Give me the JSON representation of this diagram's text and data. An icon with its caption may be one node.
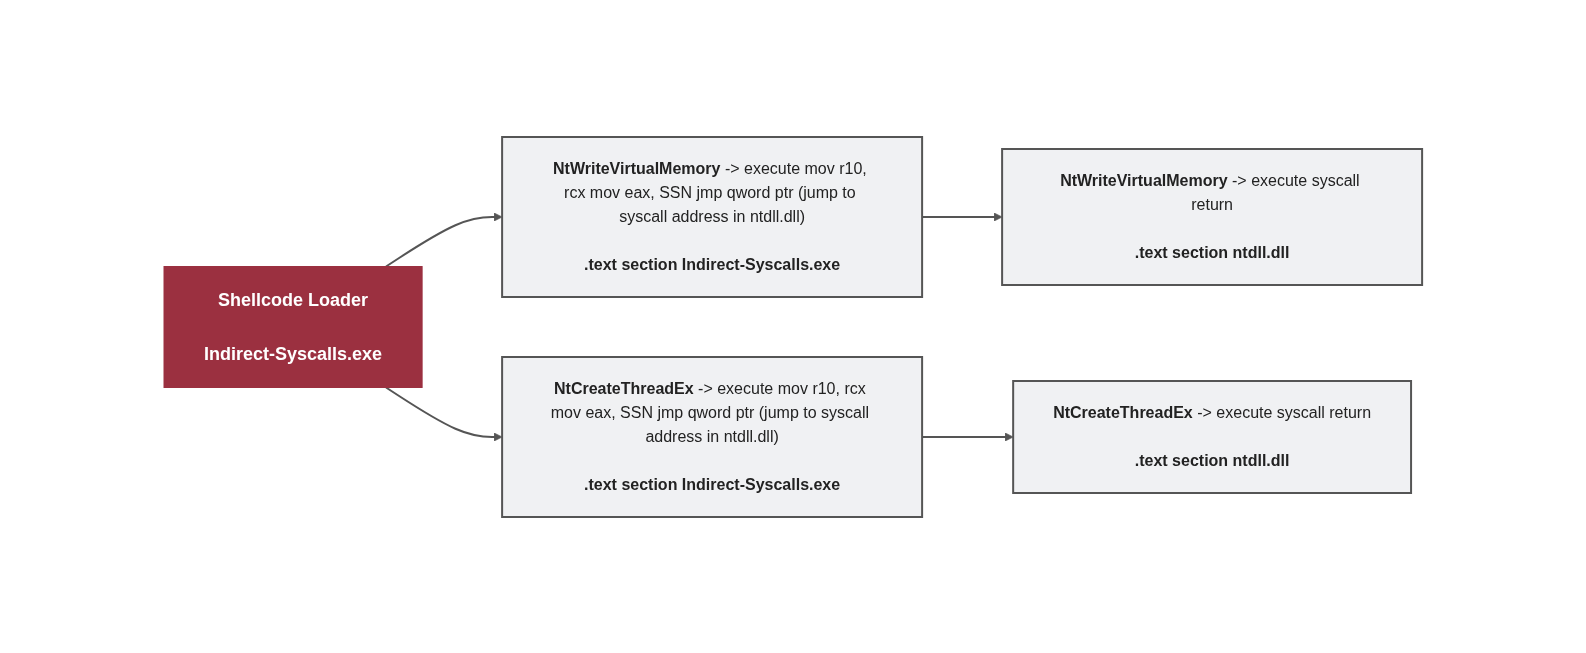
{
  "diagram": {
    "nodes": [
      {
        "text": [
          "Shellcode Loader",
          "Indirect-Syscalls.exe"
        ]
      },
      {
        "text": [
          "**NtWriteVirtualMemory** -> execute mov r10, rcx mov eax, SSN jmp qword ptr (jump to syscall address in ntdll.dll)",
          ".text section Indirect-Syscalls.exe"
        ]
      },
      {
        "text": [
          "**NtWriteVirtualMemory** -> execute syscall return",
          ".text section ntdll.dll"
        ]
      },
      {
        "text": [
          "**NtCreateThreadEx** -> execute mov r10, rcx mov eax, SSN jmp qword ptr (jump to syscall address in ntdll.dll)",
          ".text section Indirect-Syscalls.exe"
        ]
      },
      {
        "text": [
          "**NtCreateThreadEx** -> execute syscall return",
          ".text section ntdll.dll"
        ]
      }
    ],
    "edges": [
      {
        "from": 0,
        "to": 1,
        "arrow": "to"
      },
      {
        "from": 1,
        "to": 2,
        "arrow": "to"
      },
      {
        "from": 0,
        "to": 3,
        "arrow": "to"
      },
      {
        "from": 3,
        "to": 4,
        "arrow": "to"
      }
    ]
  }
}
